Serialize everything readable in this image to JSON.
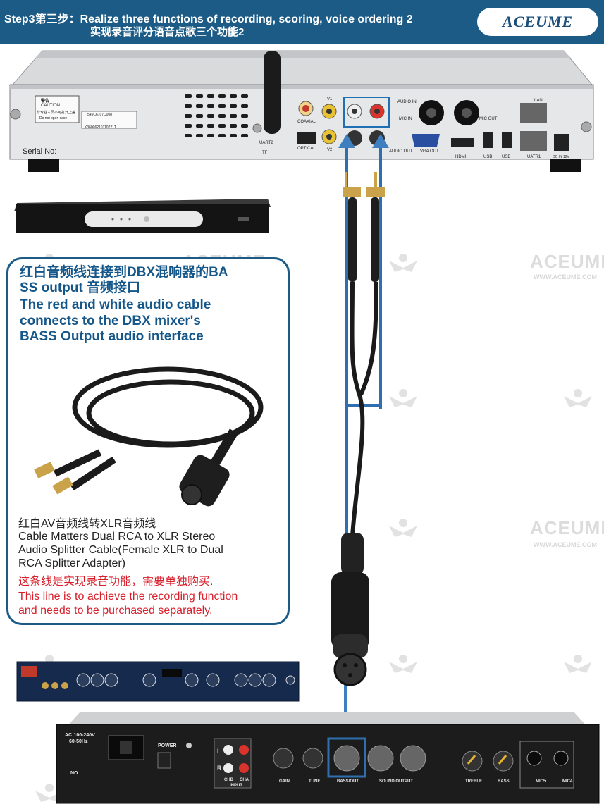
{
  "header": {
    "line1": "Step3第三步：Realize three functions of recording, scoring, voice ordering 2",
    "line2": "实现录音评分语音点歌三个功能2",
    "brand": "ACEUME"
  },
  "watermark": {
    "text": "ACEUME",
    "url": "WWW.ACEUME.COM"
  },
  "player": {
    "caution_title": "警告",
    "caution_en": "CAUTION",
    "caution_cn": "非专业人员不可打开上盖",
    "caution_note": "Do not open case",
    "serial_label": "Serial No:",
    "barcode1": "545C6707D008",
    "barcode2": "K36006210110221T",
    "port_labels": {
      "coaxial": "COAXIAL",
      "optical": "OPTICAL",
      "v1": "V1",
      "v2": "V2",
      "uart2": "UART2",
      "tf": "TF",
      "audio_in": "AUDIO IN",
      "mic_in": "MIC IN",
      "mic_out": "MIC OUT",
      "audio_out": "AUDIO OUT",
      "vga_out": "VGA OUT",
      "hdmi": "HDMI",
      "usb1": "USB",
      "usb2": "USB",
      "lan": "LAN",
      "uatr1": "UATR1",
      "dc": "DC IN 12V"
    }
  },
  "callout": {
    "cn_title_1": "红白音频线连接到DBX混响器的BA",
    "cn_title_2": "SS output 音频接口",
    "en_title_1": "The red and white audio cable",
    "en_title_2": "connects to the DBX mixer's",
    "en_title_3": "BASS Output audio interface",
    "cable_cn": "红白AV音频线转XLR音频线",
    "cable_en_1": "Cable Matters Dual RCA to XLR Stereo",
    "cable_en_2": "Audio Splitter Cable(Female XLR to Dual",
    "cable_en_3": "RCA Splitter Adapter)",
    "note_cn": "这条线是实现录音功能，需要单独购买.",
    "note_en_1": "This line is to achieve the recording function",
    "note_en_2": "and needs to be purchased separately."
  },
  "mixer": {
    "power_spec_1": "AC:100-240V",
    "power_spec_2": "60-50Hz",
    "power_label": "POWER",
    "no_label": "NO:",
    "input_label": "INPUT",
    "cha": "CHA",
    "chb": "CHB",
    "l": "L",
    "r": "R",
    "knob_labels": [
      "GAIN",
      "TUNE",
      "BASS/OUT",
      "SOUND/OUTPUT",
      "TREBLE",
      "BASS",
      "MIC5",
      "MIC4"
    ]
  },
  "colors": {
    "header_bg": "#1b5b86",
    "callout_border": "#1b5b86",
    "callout_text": "#16578a",
    "note_red": "#d91e2a",
    "arrow_blue": "#3f7fc0",
    "highlight_blue": "#1f6fb2"
  }
}
